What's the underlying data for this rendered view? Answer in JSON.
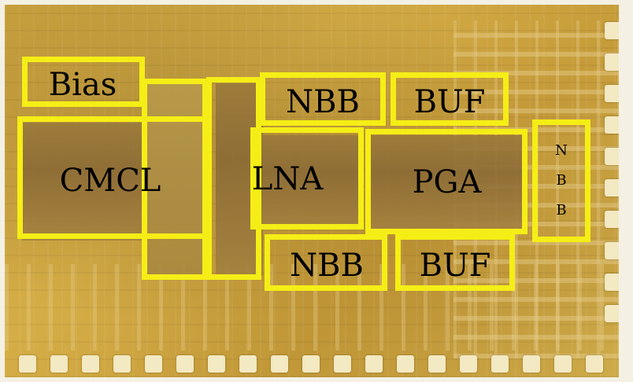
{
  "blocks": {
    "bias": "Bias",
    "cmcl": "CMCL",
    "lna": "LNA",
    "pga": "PGA",
    "nbb_top": "NBB",
    "buf_top": "BUF",
    "nbb_bottom": "NBB",
    "buf_bottom": "BUF",
    "nbb_right_1": "N",
    "nbb_right_2": "B",
    "nbb_right_3": "B"
  },
  "colors": {
    "outline": "#f5ee16",
    "chip": "#c9a23e",
    "label": "#000000"
  }
}
